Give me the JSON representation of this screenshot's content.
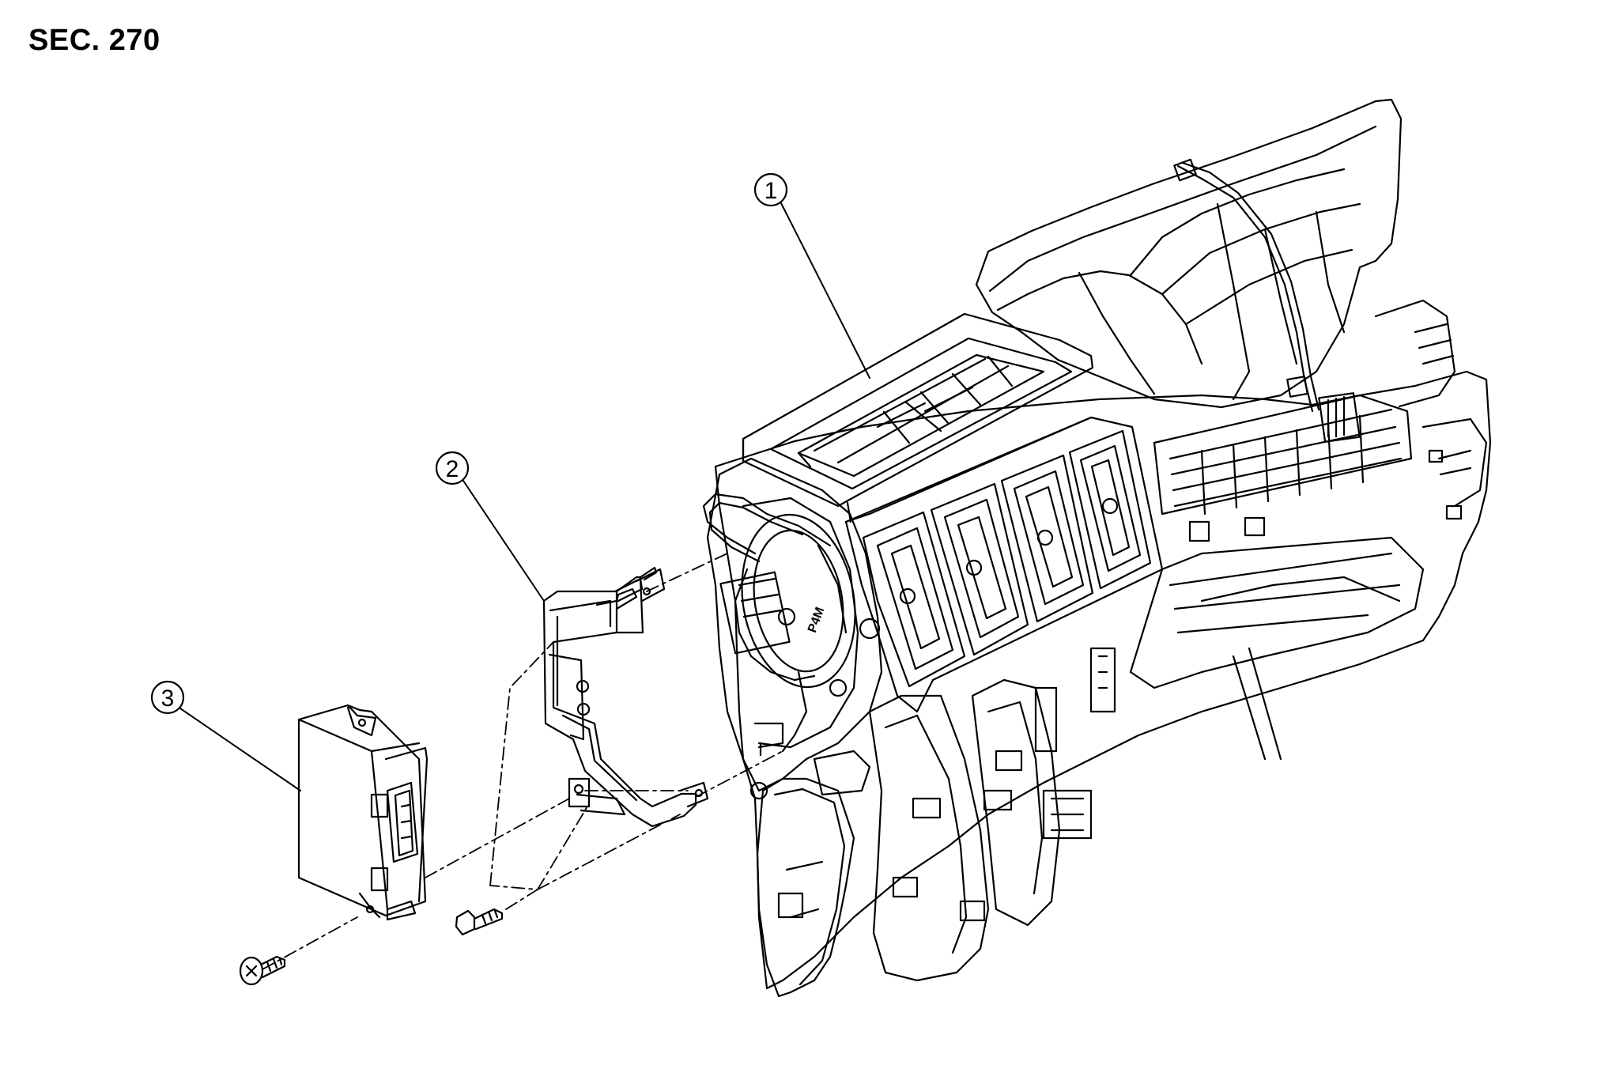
{
  "section_label": "SEC. 270",
  "callouts": [
    {
      "number": "1",
      "part": "heater-cooling-unit"
    },
    {
      "number": "2",
      "part": "bracket"
    },
    {
      "number": "3",
      "part": "control-module"
    }
  ],
  "marking": "P4M"
}
